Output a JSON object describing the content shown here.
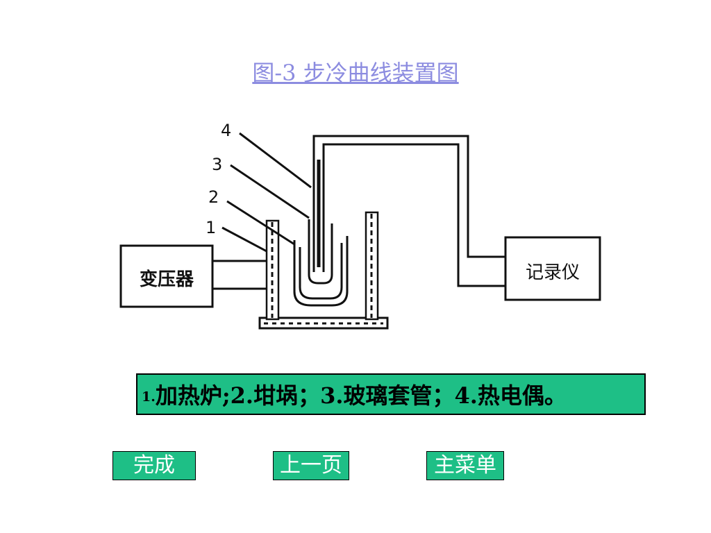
{
  "title": "图-3  步冷曲线装置图",
  "labels": {
    "transformer": "变压器",
    "recorder": "记录仪",
    "numbers": [
      "1",
      "2",
      "3",
      "4"
    ]
  },
  "legend": {
    "item1_number": "1.",
    "rest": "加热炉;2.坩埚；3.玻璃套管；4.热电偶。"
  },
  "buttons": {
    "done": "完成",
    "prev": "上一页",
    "main_menu": "主菜单"
  },
  "colors": {
    "title": "#8c8ce0",
    "green": "#1ebf86",
    "button_text": "#ffffff"
  }
}
